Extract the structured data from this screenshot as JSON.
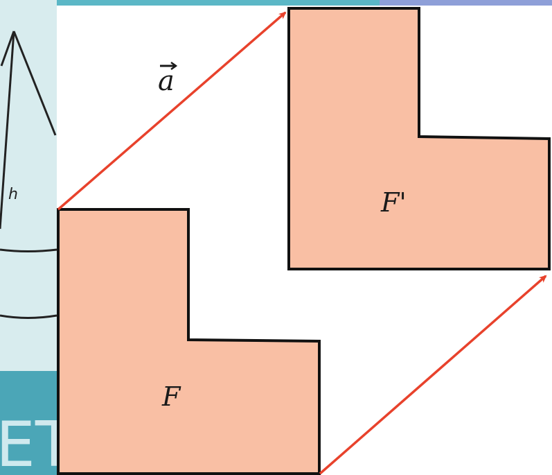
{
  "labels": {
    "vector": "a",
    "figure_original": "F",
    "figure_image": "F'",
    "height": "h",
    "background_fragment": "ET"
  },
  "colors": {
    "shape_fill": "#F9BFA4",
    "shape_stroke": "#111111",
    "vector_arrow": "#E8422C",
    "background_left": "#D8ECEE",
    "background_teal": "#4BA6B7",
    "background_top": "#5BB7C6",
    "background_blue": "#8E9FD8"
  }
}
